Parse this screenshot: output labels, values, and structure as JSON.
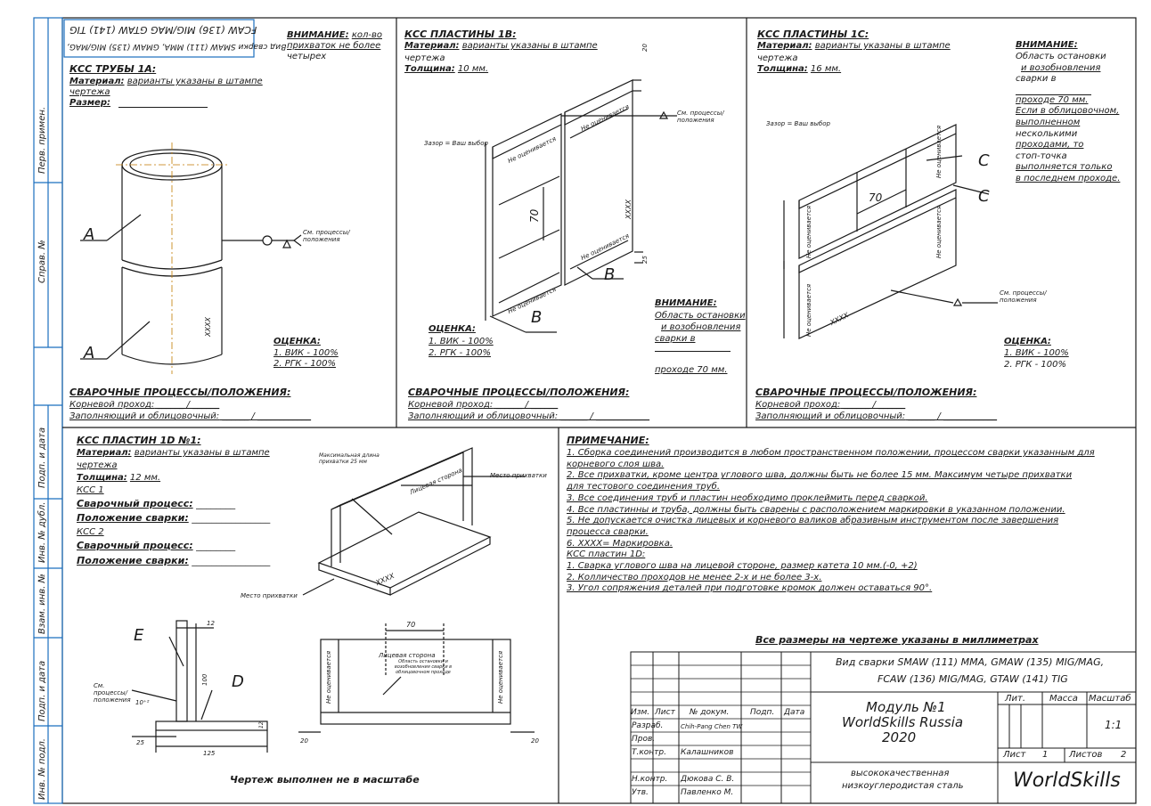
{
  "side_strip": [
    "Перв. примен.",
    "Справ. №",
    "Подп. и дата",
    "Инв. № дубл.",
    "Взам. инв. №",
    "Подп. и дата",
    "Инв. № подл."
  ],
  "stamp_topleft": {
    "line1": "FCAW (136) MIG/MAG  GTAW (141) TIG",
    "line2": "Вид сварки SMAW (111) MMA, GMAW (135) MIG/MAG,"
  },
  "warn1": {
    "title": "ВНИМАНИЕ:",
    "l1": "кол-во",
    "l2": "прихваток не более",
    "l3": "четырех"
  },
  "pipe": {
    "title": "КСС ТРУБЫ 1А:",
    "mat_label": "Материал:",
    "mat": "варианты указаны в штампе",
    "mat2": "чертежа",
    "size_label": "Размер:",
    "labelA": "A",
    "see": "См. процессы/ положения",
    "xxxx": "XXXX",
    "eval_title": "ОЦЕНКА:",
    "eval1": "1. ВИК - 100%",
    "eval2": "2. РГК - 100%",
    "proc_title": "СВАРОЧНЫЕ ПРОЦЕССЫ/ПОЛОЖЕНИЯ:",
    "root": "Корневой проход:",
    "fill": "Заполняющий и облицовочный:"
  },
  "plate1b": {
    "title": "КСС ПЛАСТИНЫ 1В:",
    "mat_label": "Материал:",
    "mat": "варианты указаны в штампе",
    "mat2": "чертежа",
    "th_label": "Толщина:",
    "th": "10 мм.",
    "gap": "Зазор = Ваш выбор",
    "no_eval": "Не оценивается",
    "dim70": "70",
    "dim20": "20",
    "dim25": "25",
    "see": "См. процессы/ положения",
    "xxxx": "XXXX",
    "labelB": "B",
    "warn_title": "ВНИМАНИЕ:",
    "warn1": "Область остановки",
    "warn2": "и возобновления",
    "warn3": "сварки в",
    "warn4": "проходе  70 мм.",
    "eval_title": "ОЦЕНКА:",
    "eval1": "1. ВИК - 100%",
    "eval2": "2. РГК - 100%",
    "proc_title": "СВАРОЧНЫЕ ПРОЦЕССЫ/ПОЛОЖЕНИЯ:",
    "root": "Корневой проход:",
    "fill": "Заполняющий и облицовочный:"
  },
  "plate1c": {
    "title": "КСС ПЛАСТИНЫ 1С:",
    "mat_label": "Материал:",
    "mat": "варианты указаны в штампе",
    "mat2": "чертежа",
    "th_label": "Толщина:",
    "th": "16 мм.",
    "gap": "Зазор = Ваш выбор",
    "no_eval": "Не оценивается",
    "dim70": "70",
    "labelC": "C",
    "see": "См. процессы/ положения",
    "xxxx": "XXXX",
    "warn_title": "ВНИМАНИЕ:",
    "warn_lines": [
      "Область остановки",
      "и возобновления",
      "сварки в",
      "проходе  70 мм.",
      "Если в облицовочном,",
      "выполненном",
      "несколькими",
      "проходами, то",
      "стоп-точка",
      "выполняется только",
      "в последнем проходе."
    ],
    "eval_title": "ОЦЕНКА:",
    "eval1": "1. ВИК - 100%",
    "eval2": "2. РГК - 100%",
    "proc_title": "СВАРОЧНЫЕ ПРОЦЕССЫ/ПОЛОЖЕНИЯ:",
    "root": "Корневой проход:",
    "fill": "Заполняющий и облицовочный:"
  },
  "plate1d": {
    "title": "КСС ПЛАСТИН 1D №1:",
    "mat_label": "Материал:",
    "mat": "варианты указаны в штампе",
    "mat2": "чертежа",
    "th_label": "Толщина:",
    "th": "12 мм.",
    "kss1": "КСС 1",
    "proc1": "Сварочный процесс:",
    "pos1": "Положение сварки:",
    "kss2": "КСС 2",
    "proc2": "Сварочный процесс:",
    "pos2": "Положение сварки:",
    "maxlen": "Максимальная длина прихватки 25 мм",
    "tack1": "Место прихватки",
    "tack2": "Место прихватки",
    "face": "Лицевая сторона",
    "xxxx": "XXXX",
    "labelE": "E",
    "labelD": "D",
    "see": "См. процессы/ положения",
    "d12": "12",
    "d100": "100",
    "d12b": "12",
    "d25": "25",
    "d125": "125",
    "angle": "10⁺²",
    "d70": "70",
    "d20a": "20",
    "d20b": "20",
    "face_line": "Лицевая сторона",
    "stop_area": "Область остановки и возобновления сварки в облицовочном проходе",
    "no_eval": "Не оценивается",
    "not_scale": "Чертеж выполнен не в масштабе"
  },
  "notes": {
    "title": "ПРИМЕЧАНИЕ:",
    "lines": [
      "1. Сборка соединений производится в любом пространственном положении, процессом сварки указанным для",
      "корневого слоя шва.",
      "2. Все прихватки, кроме центра углового шва, должны быть не более 15 мм. Максимум четыре прихватки",
      "для тестового соединения труб.",
      "3. Все соединения труб и пластин необходимо проклеймить перед сваркой.",
      "4. Все пластинны и труба, должны быть сварены с расположением маркировки в указанном положении.",
      "5. Не допускается очистка лицевых и корневого валиков абразивным инструментом после завершения",
      "процесса сварки.",
      "6. XXXX= Маркировка.",
      "КСС пластин 1D:",
      "1. Сварка углового шва на лицевой стороне,  размер катета 10 мм.(-0, +2)",
      "2. Колличество проходов не менее 2-х и не более 3-х.",
      "3. Угол сопряжения деталей при подготовке кромок должен оставаться 90°."
    ],
    "dims_note": "Все размеры на чертеже указаны в миллиметрах"
  },
  "titleblock": {
    "weld_type1": "Вид сварки SMAW (111) MMA, GMAW (135) MIG/MAG,",
    "weld_type2": "FCAW (136) MIG/MAG, GTAW (141) TIG",
    "hdr": [
      "Изм.",
      "Лист",
      "№ докум.",
      "Подп.",
      "Дата"
    ],
    "rows": [
      {
        "role": "Разраб.",
        "name": "Chih-Pang Chen TW"
      },
      {
        "role": "Пров.",
        "name": ""
      },
      {
        "role": "Т.контр.",
        "name": "Калашников"
      },
      {
        "role": "Н.контр.",
        "name": "Дюкова С. В."
      },
      {
        "role": "Утв.",
        "name": "Павленко М."
      }
    ],
    "module1": "Модуль №1",
    "module2": "WorldSkills Russia",
    "module3": "2020",
    "lit": "Лит.",
    "mass": "Масса",
    "scale": "Масштаб",
    "scale_val": "1:1",
    "sheet": "Лист",
    "sheet_val": "1",
    "sheets": "Листов",
    "sheets_val": "2",
    "material1": "высококачественная",
    "material2": "низкоуглеродистая сталь",
    "brand": "WorldSkills"
  }
}
